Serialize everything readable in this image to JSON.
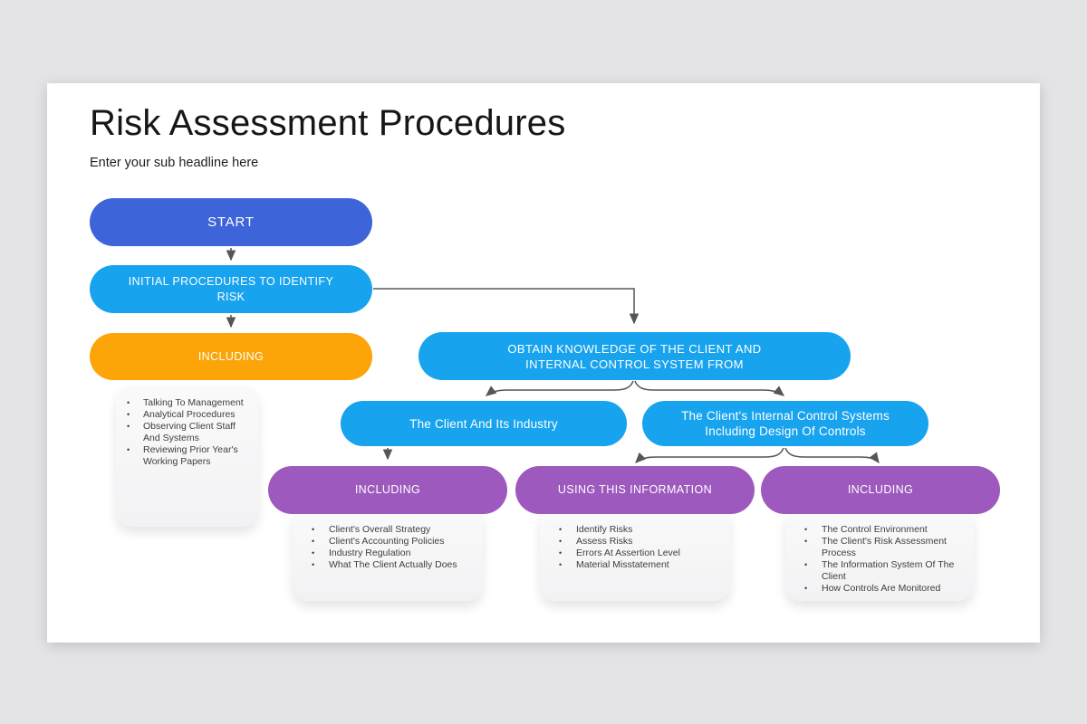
{
  "slide": {
    "title": "Risk Assessment Procedures",
    "subtitle": "Enter your sub headline here"
  },
  "colors": {
    "page_background": "#e4e3e6",
    "slide_background": "#ffffff",
    "start_blue": "#3d64d8",
    "light_blue": "#18a3ee",
    "orange": "#fca408",
    "purple": "#9d59bd",
    "connector_gray": "#54565a",
    "card_gray": "#f2f2f4",
    "list_text": "#3e3e3e"
  },
  "flowchart": {
    "nodes": {
      "start": {
        "label": "START"
      },
      "initial": {
        "lines": [
          "INITIAL PROCEDURES TO IDENTIFY",
          "RISK"
        ]
      },
      "including_initial": {
        "label": "INCLUDING"
      },
      "obtain": {
        "lines": [
          "OBTAIN KNOWLEDGE OF THE CLIENT AND",
          "INTERNAL CONTROL SYSTEM FROM"
        ]
      },
      "client_industry": {
        "label": "The Client And Its Industry"
      },
      "client_internal": {
        "lines": [
          "The Client's Internal Control Systems",
          "Including Design Of Controls"
        ]
      },
      "including_industry": {
        "label": "INCLUDING"
      },
      "using_information": {
        "label": "USING THIS INFORMATION"
      },
      "including_internal": {
        "label": "INCLUDING"
      }
    },
    "lists": {
      "initial_including": [
        "Talking To Management",
        "Analytical Procedures",
        "Observing Client Staff And Systems",
        "Reviewing Prior Year's Working Papers"
      ],
      "industry_including": [
        "Client's Overall Strategy",
        "Client's Accounting Policies",
        "Industry Regulation",
        "What The Client Actually Does"
      ],
      "using_information": [
        "Identify Risks",
        "Assess Risks",
        "Errors At Assertion Level",
        "Material Misstatement"
      ],
      "internal_including": [
        "The Control Environment",
        "The Client's Risk Assessment Process",
        "The Information System Of The Client",
        "How Controls Are Monitored"
      ]
    }
  }
}
